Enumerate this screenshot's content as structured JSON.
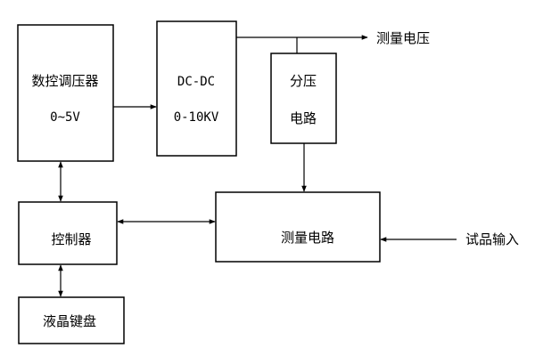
{
  "blocks": {
    "regulator": {
      "line1": "数控调压器",
      "line2": "0~5V"
    },
    "dcdc": {
      "line1": "DC-DC",
      "line2": "0-10KV"
    },
    "divider": {
      "line1": "分压",
      "line2": "电路"
    },
    "controller": {
      "label": "控制器"
    },
    "measure": {
      "label": "测量电路"
    },
    "lcd": {
      "label": "液晶键盘"
    }
  },
  "signals": {
    "measure_voltage": "测量电压",
    "sample_input": "试品输入"
  },
  "colors": {
    "stroke": "#000000",
    "background": "#ffffff"
  }
}
